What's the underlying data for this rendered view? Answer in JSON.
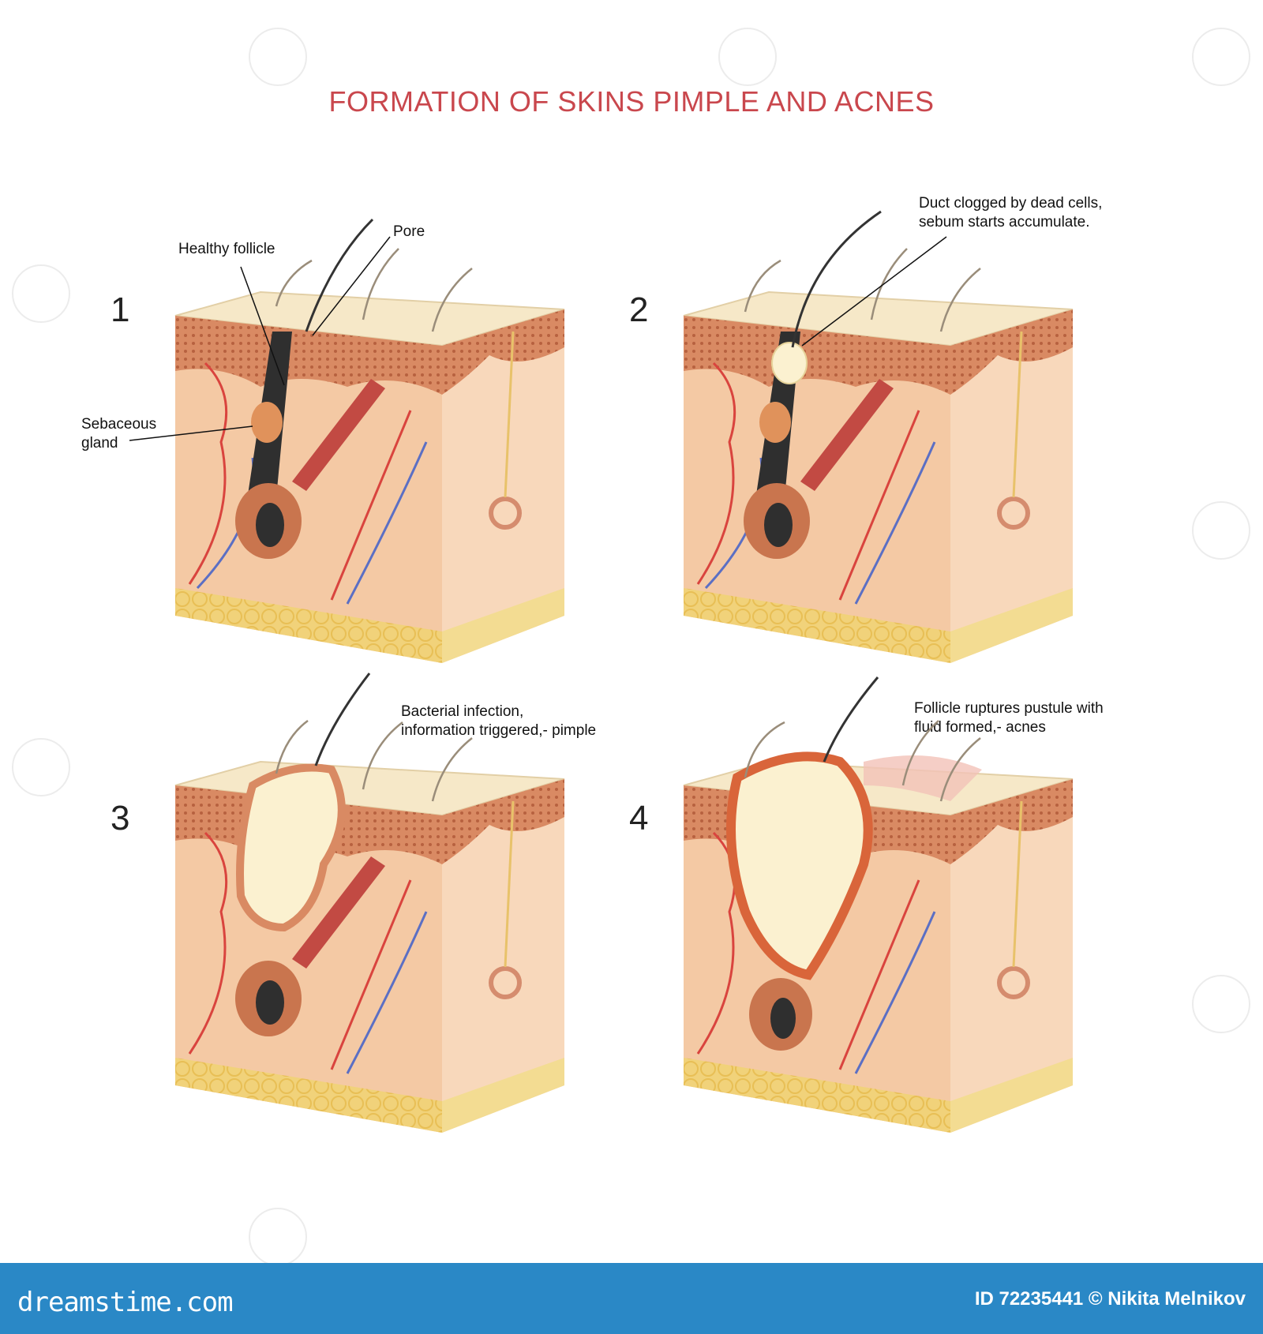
{
  "title": "FORMATION OF SKINS PIMPLE AND ACNES",
  "panels": [
    {
      "number": "1",
      "labels": [
        "Healthy follicle",
        "Pore",
        "Sebaceous\ngland"
      ]
    },
    {
      "number": "2",
      "labels": [
        "Duct clogged by dead cells,\nsebum starts accumulate."
      ]
    },
    {
      "number": "3",
      "labels": [
        "Bacterial infection,\ninformation triggered,- pimple"
      ]
    },
    {
      "number": "4",
      "labels": [
        "Follicle ruptures pustule with\nfluid formed,- acnes"
      ]
    }
  ],
  "footer": {
    "site": "dreamstime.com",
    "credit": "ID 72235441 © Nikita Melnikov"
  },
  "colors": {
    "title": "#c9474d",
    "epidermis": "#f6e8c8",
    "skin_layer": "#d98a63",
    "dermis": "#f4c9a4",
    "fat": "#f1d27a",
    "artery": "#d9443e",
    "vein": "#5b6fc4",
    "sebum": "#fbf1d0",
    "footer": "#2a88c6"
  }
}
